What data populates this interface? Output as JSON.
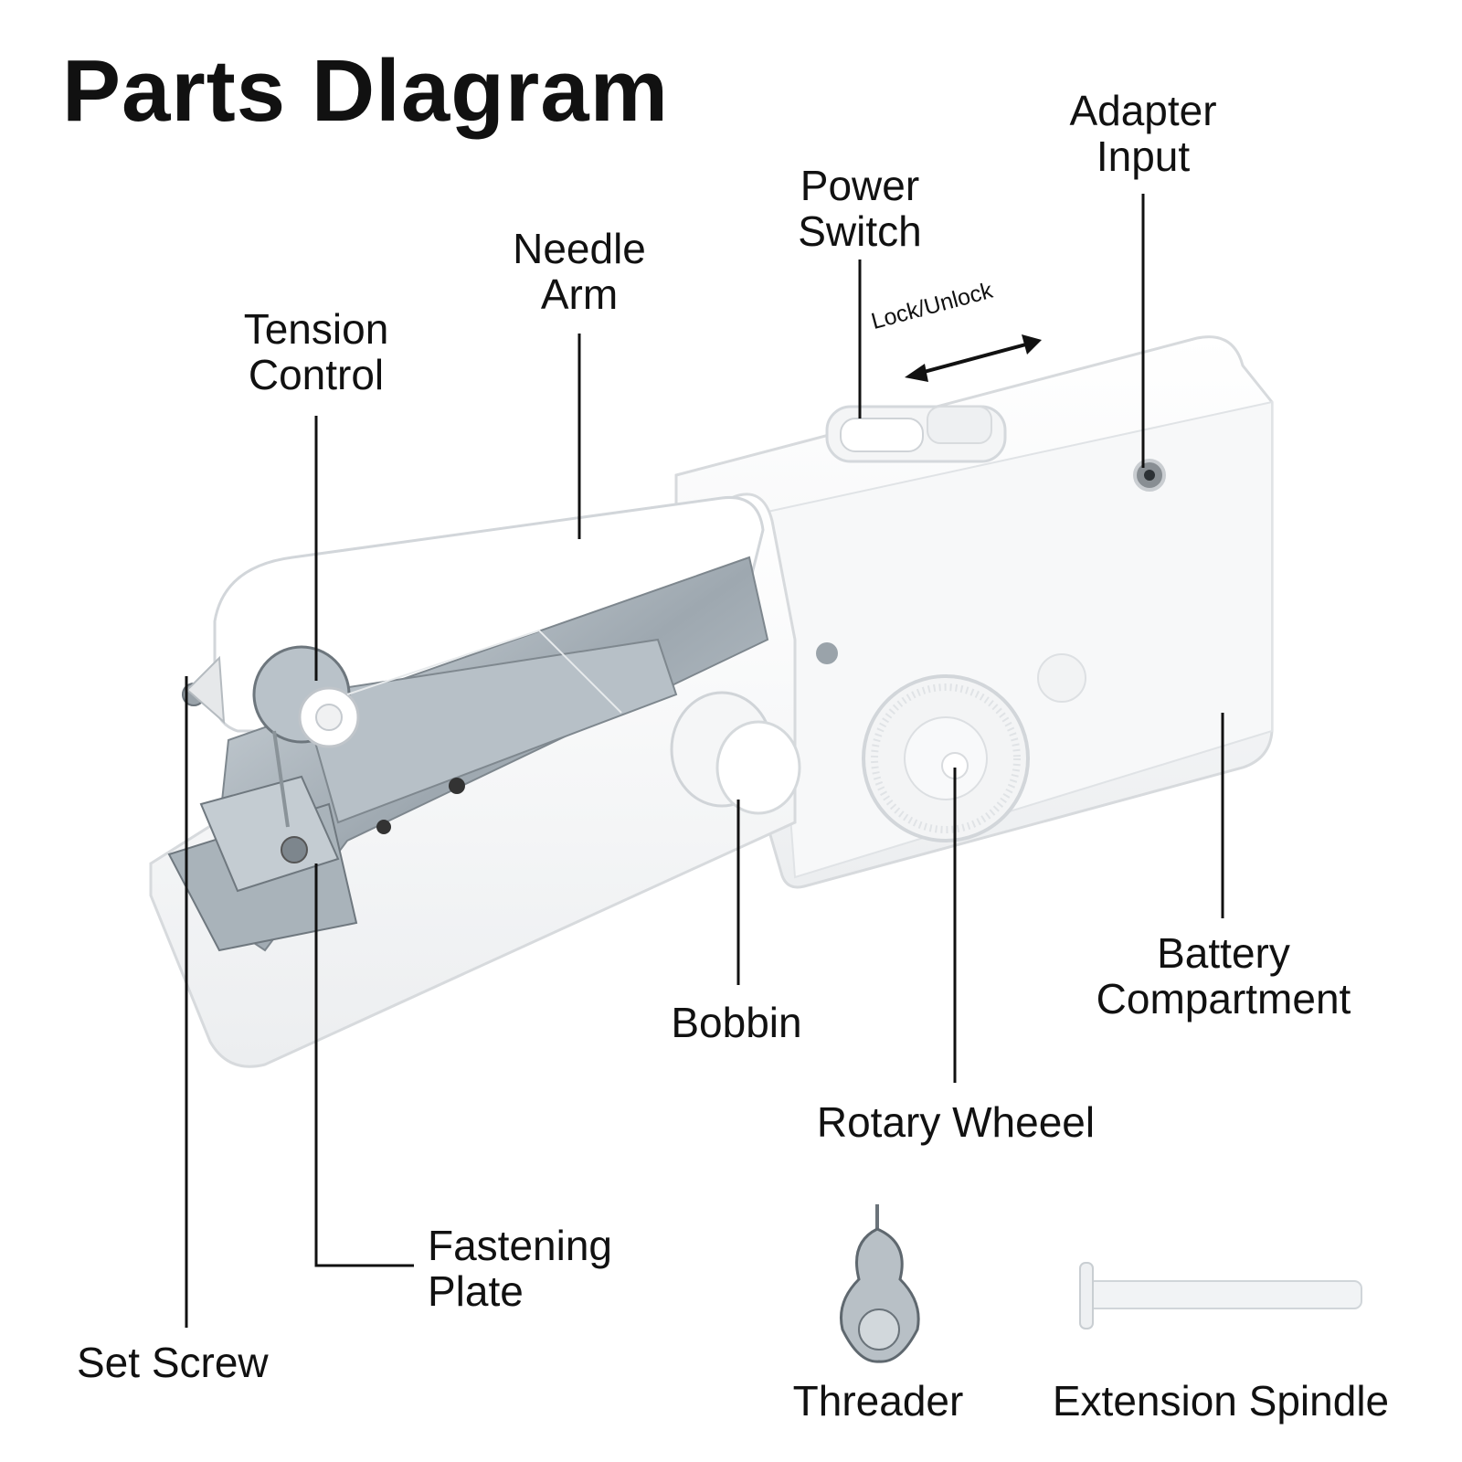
{
  "title": "Parts Dlagram",
  "labels": {
    "adapter_input": [
      "Adapter",
      "Input"
    ],
    "power_switch": [
      "Power",
      "Switch"
    ],
    "needle_arm": [
      "Needle",
      "Arm"
    ],
    "tension_control": [
      "Tension",
      "Control"
    ],
    "lock_unlock": "Lock/Unlock",
    "bobbin": "Bobbin",
    "battery_compartment": [
      "Battery",
      "Compartment"
    ],
    "rotary_wheel": "Rotary Wheeel",
    "fastening_plate": [
      "Fastening",
      "Plate"
    ],
    "set_screw": "Set Screw",
    "threader": "Threader",
    "extension_spindle": "Extension Spindle"
  }
}
